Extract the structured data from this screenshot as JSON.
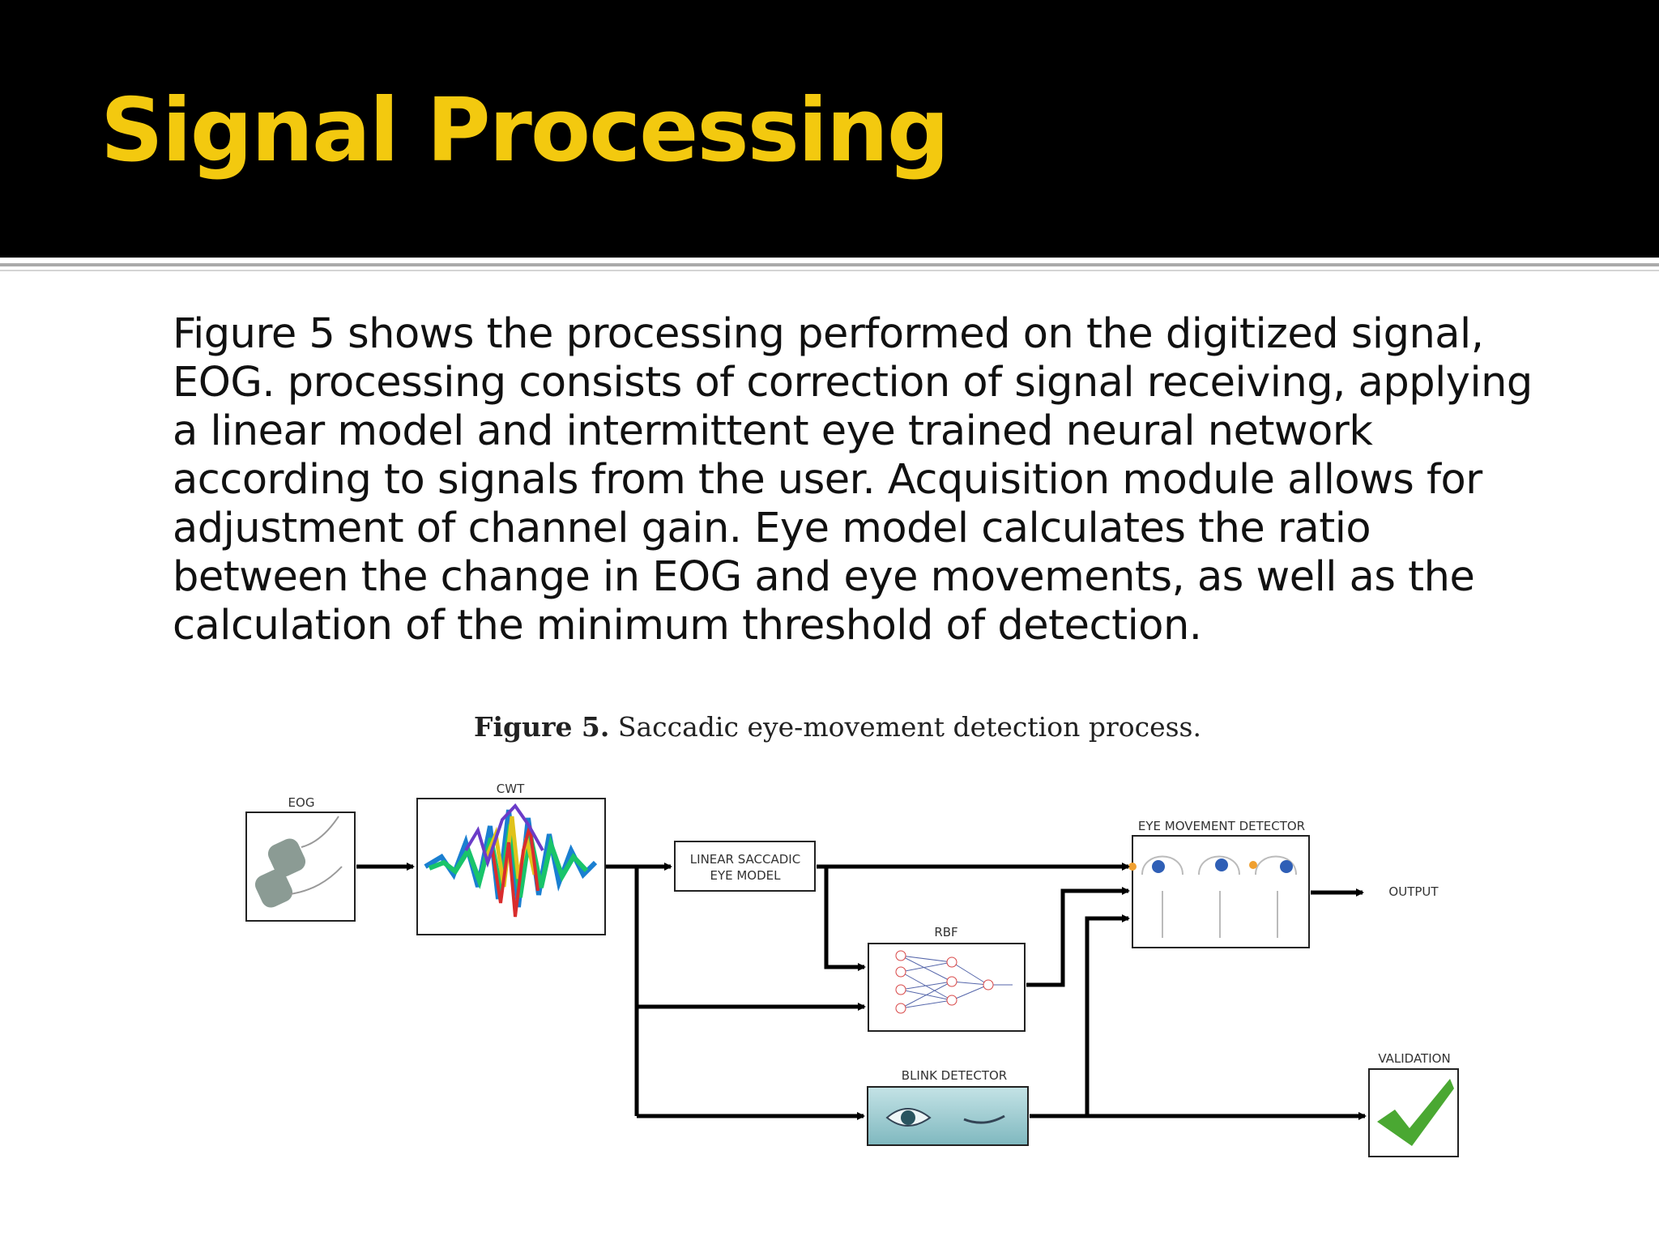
{
  "slide": {
    "title": "Signal Processing",
    "body": "Figure 5 shows the processing performed on the digitized signal, EOG. processing consists of correction of signal receiving, applying a linear model and intermittent eye trained neural network according to signals from the user. Acquisition module allows for adjustment of channel gain. Eye model calculates the ratio between the change in EOG and eye movements, as well as the calculation of the minimum threshold of detection."
  },
  "figure": {
    "caption_label": "Figure 5.",
    "caption_text": "Saccadic eye-movement detection process.",
    "blocks": {
      "eog": "EOG",
      "cwt": "CWT",
      "linear_line1": "LINEAR SACCADIC",
      "linear_line2": "EYE MODEL",
      "rbf": "RBF",
      "eye_detector": "EYE MOVEMENT DETECTOR",
      "output": "OUTPUT",
      "blink": "BLINK  DETECTOR",
      "validation": "VALIDATION"
    }
  },
  "colors": {
    "title": "#f3c90f",
    "header_bg": "#000000",
    "check": "#4aa832"
  }
}
